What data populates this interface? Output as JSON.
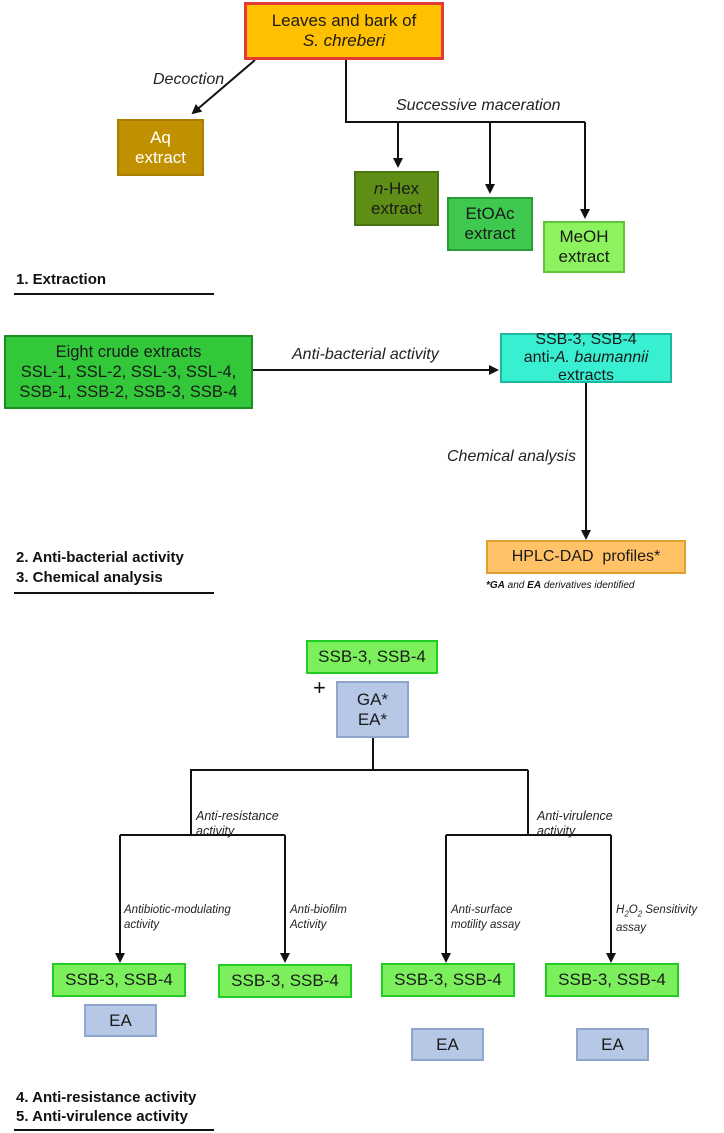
{
  "colors": {
    "source_fill": "#FFC000",
    "source_border": "#E53935",
    "aq_fill": "#C09000",
    "hex_fill": "#5E8E16",
    "etoac_fill": "#3EC94E",
    "meoh_fill": "#8CF25E",
    "crude_fill": "#32C83A",
    "ssb_fill": "#38EFD2",
    "hplc_fill": "#FFC266",
    "green_fill": "#7CF05C",
    "green_border": "#22CC22",
    "blue_fill": "#B7C8E6"
  },
  "stage1": {
    "source": {
      "line1": "Leaves and bark of",
      "line2": "S. chreberi"
    },
    "decoction_label": "Decoction",
    "maceration_label": "Successive maceration",
    "aq": {
      "line1": "Aq",
      "line2": "extract"
    },
    "hex": {
      "line1_italic": "n",
      "line1_rest": "-Hex",
      "line2": "extract"
    },
    "etoac": {
      "line1": "EtOAc",
      "line2": "extract"
    },
    "meoh": {
      "line1": "MeOH",
      "line2": "extract"
    },
    "section": "1. Extraction"
  },
  "stage2": {
    "crude": {
      "line1": "Eight crude extracts",
      "line2": "SSL-1, SSL-2, SSL-3, SSL-4,",
      "line3": "SSB-1, SSB-2, SSB-3, SSB-4"
    },
    "antibacterial_label": "Anti-bacterial activity",
    "ssb": {
      "line1": "SSB-3, SSB-4",
      "line2_pre": "anti-",
      "line2_italic": "A. baumannii",
      "line3": "extracts"
    },
    "chemical_label": "Chemical analysis",
    "hplc": "HPLC-DAD  profiles*",
    "footnote": {
      "a": "*GA",
      "b": " and ",
      "c": "EA",
      "d": " derivatives identified"
    },
    "section_a": "2. Anti-bacterial activity",
    "section_b": "3. Chemical analysis"
  },
  "stage3": {
    "top_green": "SSB-3, SSB-4",
    "plus": "+",
    "top_blue": {
      "line1": "GA*",
      "line2": "EA*"
    },
    "resistance_label": {
      "line1": "Anti-resistance",
      "line2": "activity"
    },
    "virulence_label": {
      "line1": "Anti-virulence",
      "line2": "activity"
    },
    "branch_labels": [
      {
        "line1": "Antibiotic-modulating",
        "line2": "activity"
      },
      {
        "line1": "Anti-biofilm",
        "line2": "Activity"
      },
      {
        "line1": "Anti-surface",
        "line2": "motility assay"
      },
      {
        "line1_pre": "H",
        "sub1": "2",
        "mid": "O",
        "sub2": "2",
        "post": " Sensitivity",
        "line2": "assay"
      }
    ],
    "results": [
      {
        "green": "SSB-3, SSB-4",
        "blue": "EA"
      },
      {
        "green": "SSB-3, SSB-4"
      },
      {
        "green": "SSB-3, SSB-4",
        "blue": "EA"
      },
      {
        "green": "SSB-3, SSB-4",
        "blue": "EA"
      }
    ],
    "section_a": "4. Anti-resistance activity",
    "section_b": "5. Anti-virulence activity"
  }
}
